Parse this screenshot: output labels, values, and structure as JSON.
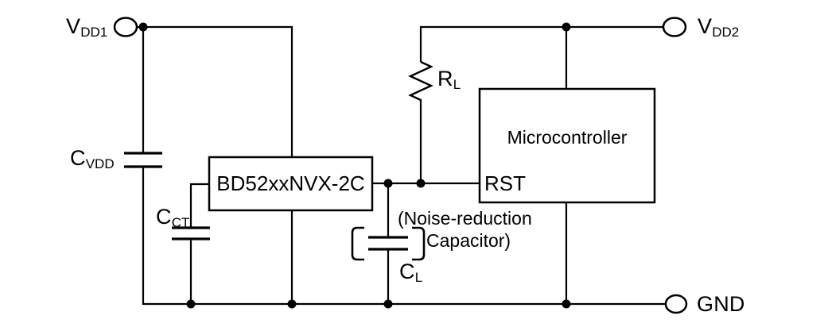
{
  "labels": {
    "vdd1": {
      "main": "V",
      "sub": "DD1"
    },
    "vdd2": {
      "main": "V",
      "sub": "DD2"
    },
    "gnd": "GND",
    "cvdd": {
      "main": "C",
      "sub": "VDD"
    },
    "cct": {
      "main": "C",
      "sub": "CT"
    },
    "cl": {
      "main": "C",
      "sub": "L"
    },
    "rl": {
      "main": "R",
      "sub": "L"
    },
    "ic": "BD52xxNVX-2C",
    "microcontroller": "Microcontroller",
    "rst": "RST",
    "note_line1": "(Noise-reduction",
    "note_line2": "Capacitor)"
  },
  "colors": {
    "line": "#000000",
    "text": "#000000",
    "background": "#ffffff"
  }
}
